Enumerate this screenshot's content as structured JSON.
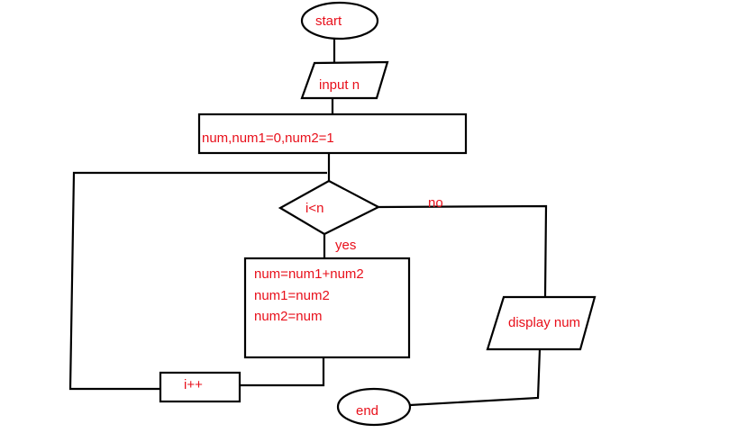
{
  "colors": {
    "text": "#e8101b",
    "stroke": "#000000",
    "background": "#ffffff"
  },
  "nodes": {
    "start": "start",
    "input": "input n",
    "init": "num,num1=0,num2=1",
    "condition": "i<n",
    "process": [
      "num=num1+num2",
      "num1=num2",
      "num2=num"
    ],
    "increment": "i++",
    "display": "display num",
    "end": "end"
  },
  "edges": {
    "yes": "yes",
    "no": "no"
  }
}
